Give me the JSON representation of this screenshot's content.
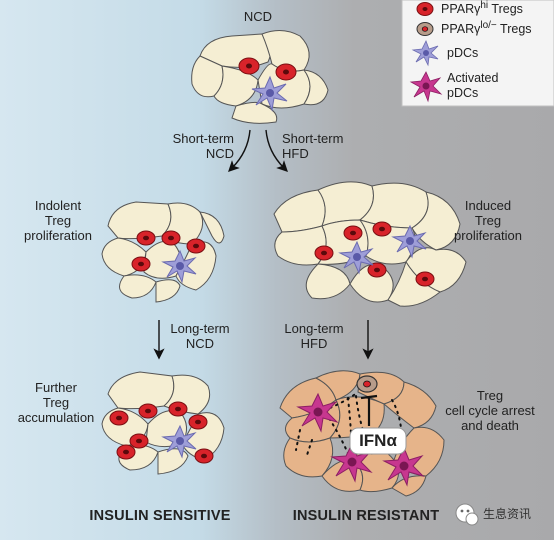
{
  "diagram": {
    "top_state": "NCD",
    "arrows": {
      "short_ncd": [
        "Short-term",
        "NCD"
      ],
      "short_hfd": [
        "Short-term",
        "HFD"
      ],
      "long_ncd": [
        "Long-term",
        "NCD"
      ],
      "long_hfd": [
        "Long-term",
        "HFD"
      ]
    },
    "left": {
      "mid_label": [
        "Indolent",
        "Treg",
        "proliferation"
      ],
      "bottom_label": [
        "Further",
        "Treg",
        "accumulation"
      ],
      "footer": "INSULIN SENSITIVE"
    },
    "right": {
      "mid_label": [
        "Induced",
        "Treg",
        "proliferation"
      ],
      "bottom_label": [
        "Treg",
        "cell cycle arrest",
        "and death"
      ],
      "footer": "INSULIN RESISTANT",
      "cytokine": "IFNα"
    }
  },
  "legend": {
    "items": [
      {
        "text": "PPARγ",
        "sup": "hi",
        "suffix": " Tregs"
      },
      {
        "text": "PPARγ",
        "sup": "lo/−",
        "suffix": " Tregs"
      },
      {
        "text": "pDCs"
      },
      {
        "lines": [
          "Activated",
          "pDCs"
        ]
      }
    ]
  },
  "watermark": "生息资讯",
  "colors": {
    "left_bg": "#cfe3ee",
    "right_bg": "#b1b2b4",
    "adipocyte": "#f5eed3",
    "adipocyte_inflamed": "#e6b48a",
    "treg": "#d8232a",
    "pdc": "#9e9ed8",
    "pdc_activated": "#c7378f"
  }
}
